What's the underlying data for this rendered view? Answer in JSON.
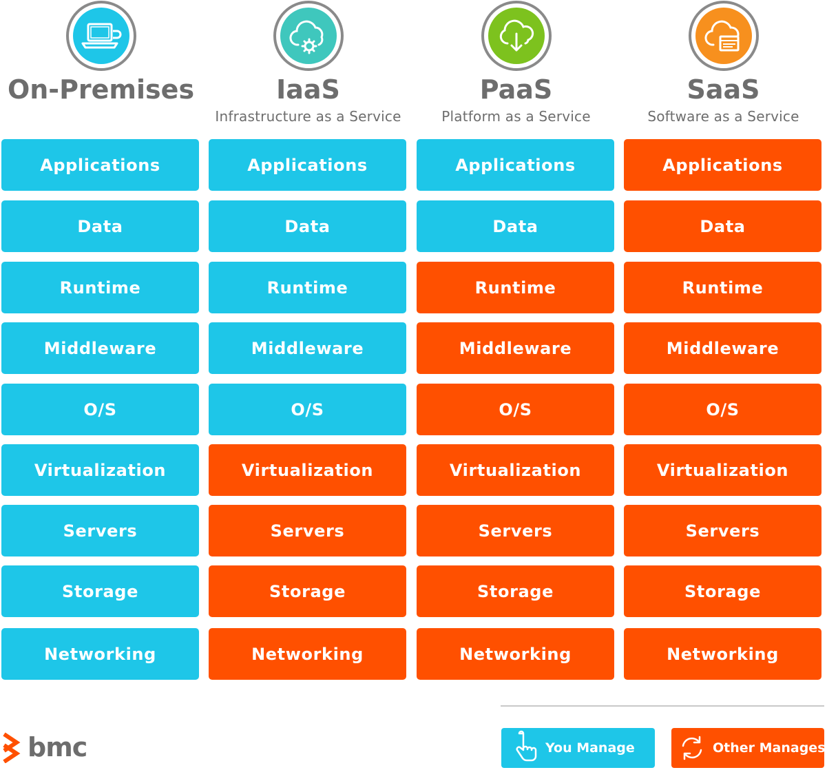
{
  "colors": {
    "you_manage": "#1ec6e8",
    "other_manages": "#ff5000",
    "heading": "#6d6d6d"
  },
  "columns": [
    {
      "title": "On-Premises",
      "subtitle": "",
      "icon": "laptop-icon",
      "icon_color": "#1ec6e8",
      "layers": [
        {
          "label": "Applications",
          "managed_by": "you"
        },
        {
          "label": "Data",
          "managed_by": "you"
        },
        {
          "label": "Runtime",
          "managed_by": "you"
        },
        {
          "label": "Middleware",
          "managed_by": "you"
        },
        {
          "label": "O/S",
          "managed_by": "you"
        },
        {
          "label": "Virtualization",
          "managed_by": "you"
        },
        {
          "label": "Servers",
          "managed_by": "you"
        },
        {
          "label": "Storage",
          "managed_by": "you"
        },
        {
          "label": "Networking",
          "managed_by": "you"
        }
      ]
    },
    {
      "title": "IaaS",
      "subtitle": "Infrastructure as a Service",
      "icon": "cloud-gear-icon",
      "icon_color": "#3fc7bd",
      "layers": [
        {
          "label": "Applications",
          "managed_by": "you"
        },
        {
          "label": "Data",
          "managed_by": "you"
        },
        {
          "label": "Runtime",
          "managed_by": "you"
        },
        {
          "label": "Middleware",
          "managed_by": "you"
        },
        {
          "label": "O/S",
          "managed_by": "you"
        },
        {
          "label": "Virtualization",
          "managed_by": "other"
        },
        {
          "label": "Servers",
          "managed_by": "other"
        },
        {
          "label": "Storage",
          "managed_by": "other"
        },
        {
          "label": "Networking",
          "managed_by": "other"
        }
      ]
    },
    {
      "title": "PaaS",
      "subtitle": "Platform as a Service",
      "icon": "cloud-download-icon",
      "icon_color": "#7dc21e",
      "layers": [
        {
          "label": "Applications",
          "managed_by": "you"
        },
        {
          "label": "Data",
          "managed_by": "you"
        },
        {
          "label": "Runtime",
          "managed_by": "other"
        },
        {
          "label": "Middleware",
          "managed_by": "other"
        },
        {
          "label": "O/S",
          "managed_by": "other"
        },
        {
          "label": "Virtualization",
          "managed_by": "other"
        },
        {
          "label": "Servers",
          "managed_by": "other"
        },
        {
          "label": "Storage",
          "managed_by": "other"
        },
        {
          "label": "Networking",
          "managed_by": "other"
        }
      ]
    },
    {
      "title": "SaaS",
      "subtitle": "Software as a Service",
      "icon": "cloud-window-icon",
      "icon_color": "#f7901e",
      "layers": [
        {
          "label": "Applications",
          "managed_by": "other"
        },
        {
          "label": "Data",
          "managed_by": "other"
        },
        {
          "label": "Runtime",
          "managed_by": "other"
        },
        {
          "label": "Middleware",
          "managed_by": "other"
        },
        {
          "label": "O/S",
          "managed_by": "other"
        },
        {
          "label": "Virtualization",
          "managed_by": "other"
        },
        {
          "label": "Servers",
          "managed_by": "other"
        },
        {
          "label": "Storage",
          "managed_by": "other"
        },
        {
          "label": "Networking",
          "managed_by": "other"
        }
      ]
    }
  ],
  "legend": {
    "you_manage": {
      "label": "You Manage",
      "icon": "pointing-hand-icon"
    },
    "other_manages": {
      "label": "Other Manages",
      "icon": "refresh-cycle-icon"
    }
  },
  "logo": {
    "text": "bmc",
    "icon": "bmc-chevron-logo-icon"
  }
}
